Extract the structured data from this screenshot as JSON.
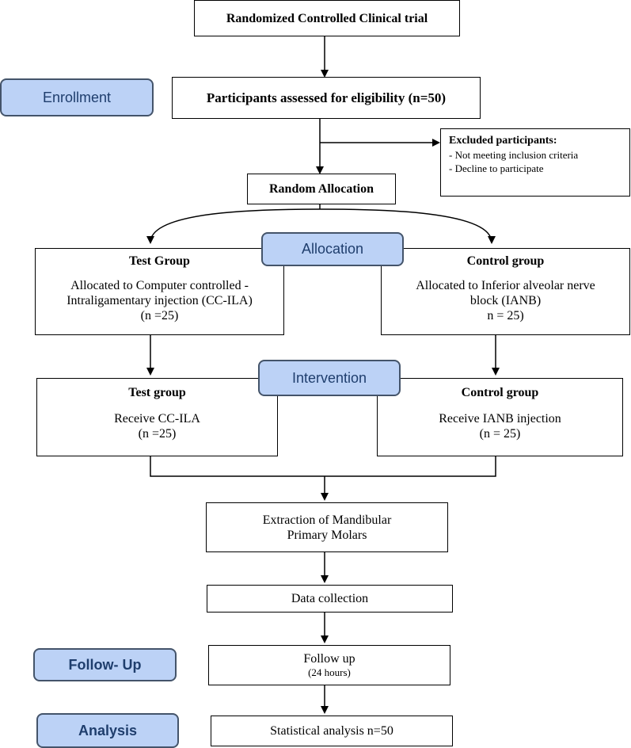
{
  "flowchart": {
    "trial_box": "Randomized Controlled Clinical trial",
    "eligibility_box": "Participants assessed for eligibility (n=50)",
    "excluded": {
      "title": "Excluded participants:",
      "items": [
        "- Not meeting inclusion criteria",
        "- Decline to participate"
      ]
    },
    "random_allocation": "Random Allocation",
    "test_group_alloc": {
      "title": "Test Group",
      "line1": "Allocated to Computer controlled -",
      "line2": "Intraligamentary injection (CC-ILA)",
      "count": "(n =25)"
    },
    "control_group_alloc": {
      "title": "Control group",
      "line1": "Allocated to Inferior alveolar nerve",
      "line2": "block (IANB)",
      "count": "n = 25)"
    },
    "test_group_int": {
      "title": "Test group",
      "line1": "Receive CC-ILA",
      "count": "(n =25)"
    },
    "control_group_int": {
      "title": "Control group",
      "line1": "Receive IANB injection",
      "count": "(n = 25)"
    },
    "extraction": {
      "line1": "Extraction of Mandibular",
      "line2": "Primary Molars"
    },
    "data_collection": "Data collection",
    "follow_up": {
      "line1": "Follow up",
      "line2": "(24 hours)"
    },
    "statistical": "Statistical analysis n=50"
  },
  "stage_labels": {
    "enrollment": "Enrollment",
    "allocation": "Allocation",
    "intervention": "Intervention",
    "follow_up": "Follow- Up",
    "analysis": "Analysis"
  },
  "colors": {
    "label_fill": "#bcd2f6",
    "label_border": "#44546a",
    "label_text": "#1f3e6d"
  }
}
